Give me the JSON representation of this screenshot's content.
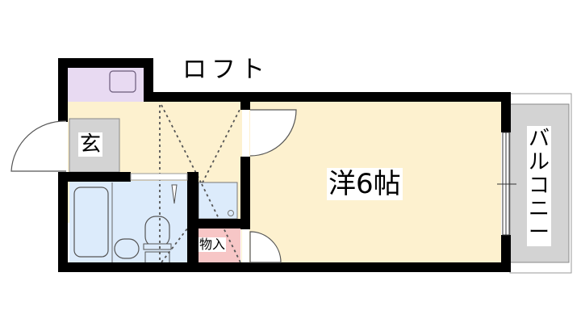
{
  "floor_plan": {
    "labels": {
      "loft": "ロフト",
      "entrance": "玄",
      "western_room": "洋6帖",
      "storage": "物入",
      "balcony": "バルコニー"
    },
    "colors": {
      "wall": "#000000",
      "living_floor": "#fdf1cf",
      "bathroom": "#dcebfb",
      "entrance": "#d3d3d3",
      "loft_area": "#e8daf2",
      "storage": "#f7c6c6",
      "balcony": "#d3d3d3"
    }
  }
}
